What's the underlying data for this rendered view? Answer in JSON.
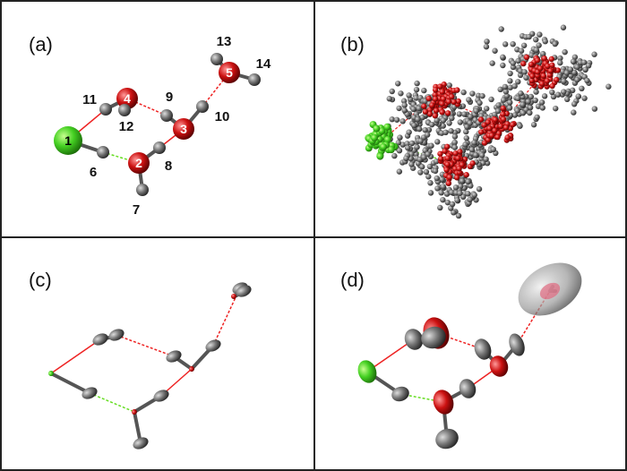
{
  "panels": [
    {
      "label": "(a)",
      "style": "ball-and-stick with atom numbers"
    },
    {
      "label": "(b)",
      "style": "point clouds"
    },
    {
      "label": "(c)",
      "style": "small ellipsoids"
    },
    {
      "label": "(d)",
      "style": "large ellipsoids"
    }
  ],
  "atom_labels": {
    "1": "1",
    "2": "2",
    "3": "3",
    "4": "4",
    "5": "5",
    "6": "6",
    "7": "7",
    "8": "8",
    "9": "9",
    "10": "10",
    "11": "11",
    "12": "12",
    "13": "13",
    "14": "14"
  },
  "colors": {
    "halogen": "#33cc22",
    "oxygen": "#cc1111",
    "hydrogen": "#666666",
    "hbond_red": "#ee2222",
    "hbond_green": "#66dd22",
    "border": "#222222"
  }
}
